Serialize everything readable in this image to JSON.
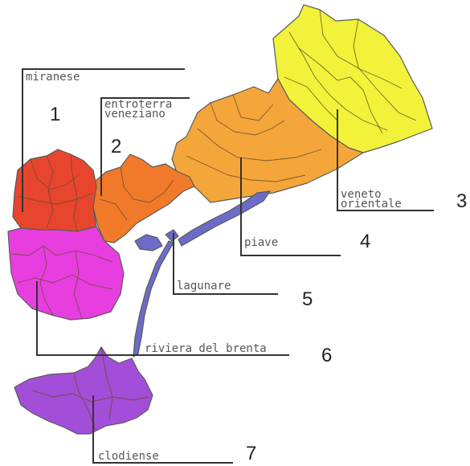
{
  "map": {
    "areas": [
      {
        "id": "miranese",
        "label_lines": [
          "miranese"
        ],
        "number": "1",
        "color": "#e8452e"
      },
      {
        "id": "entroterra-veneziano",
        "label_lines": [
          "entroterra",
          "veneziano"
        ],
        "number": "2",
        "color": "#f07a2a"
      },
      {
        "id": "veneto-orientale",
        "label_lines": [
          "veneto",
          "orientale"
        ],
        "number": "3",
        "color": "#f2f23a"
      },
      {
        "id": "piave",
        "label_lines": [
          "piave"
        ],
        "number": "4",
        "color": "#f5a63a"
      },
      {
        "id": "lagunare",
        "label_lines": [
          "lagunare"
        ],
        "number": "5",
        "color": "#6c6cc8"
      },
      {
        "id": "riviera-del-brenta",
        "label_lines": [
          "riviera del brenta"
        ],
        "number": "6",
        "color": "#e83ee0"
      },
      {
        "id": "clodiense",
        "label_lines": [
          "clodiense"
        ],
        "number": "7",
        "color": "#a34ed8"
      }
    ]
  }
}
